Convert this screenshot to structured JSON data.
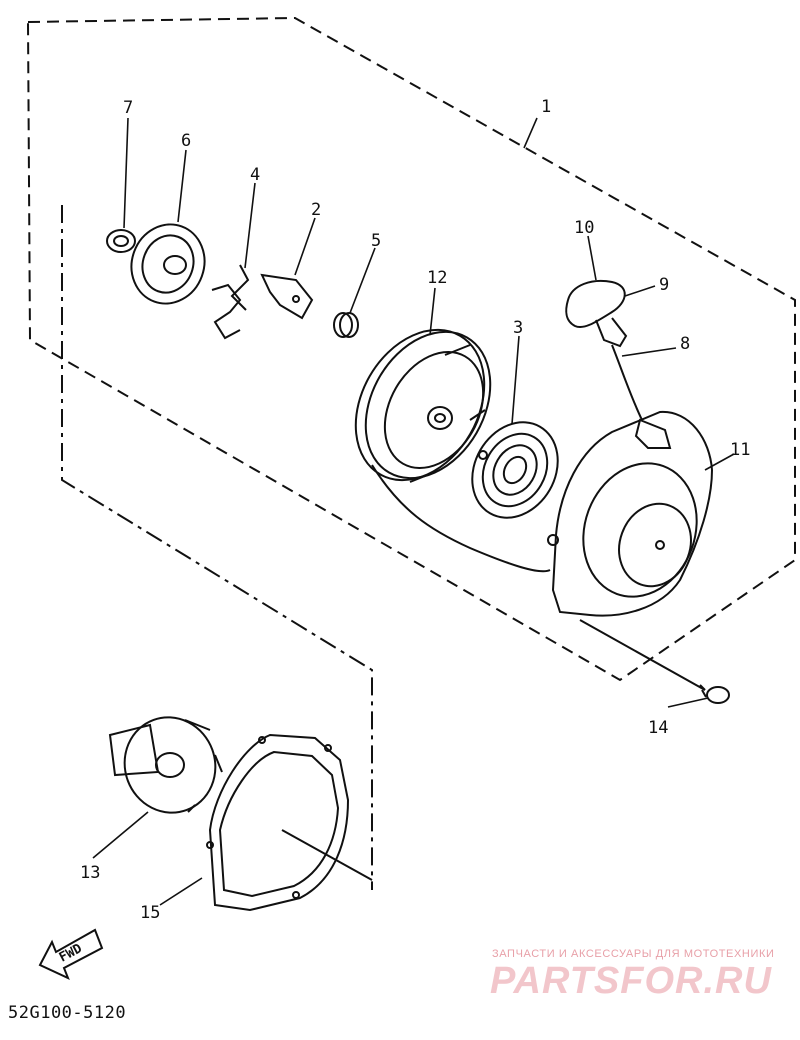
{
  "diagram": {
    "callouts": [
      {
        "id": "c1",
        "text": "1"
      },
      {
        "id": "c2",
        "text": "2"
      },
      {
        "id": "c3",
        "text": "3"
      },
      {
        "id": "c4",
        "text": "4"
      },
      {
        "id": "c5",
        "text": "5"
      },
      {
        "id": "c6",
        "text": "6"
      },
      {
        "id": "c7",
        "text": "7"
      },
      {
        "id": "c8",
        "text": "8"
      },
      {
        "id": "c9",
        "text": "9"
      },
      {
        "id": "c10",
        "text": "10"
      },
      {
        "id": "c11",
        "text": "11"
      },
      {
        "id": "c12",
        "text": "12"
      },
      {
        "id": "c13",
        "text": "13"
      },
      {
        "id": "c14",
        "text": "14"
      },
      {
        "id": "c15",
        "text": "15"
      }
    ],
    "fwd_label": "FWD",
    "drawing_code": "52G100-5120"
  },
  "watermark": {
    "tagline": "ЗАПЧАСТИ И АКСЕССУАРЫ ДЛЯ МОТОТЕХНИКИ",
    "logo": "PARTSFOR.RU"
  },
  "colors": {
    "ink": "#111111",
    "watermark": "#f2c6cb"
  }
}
